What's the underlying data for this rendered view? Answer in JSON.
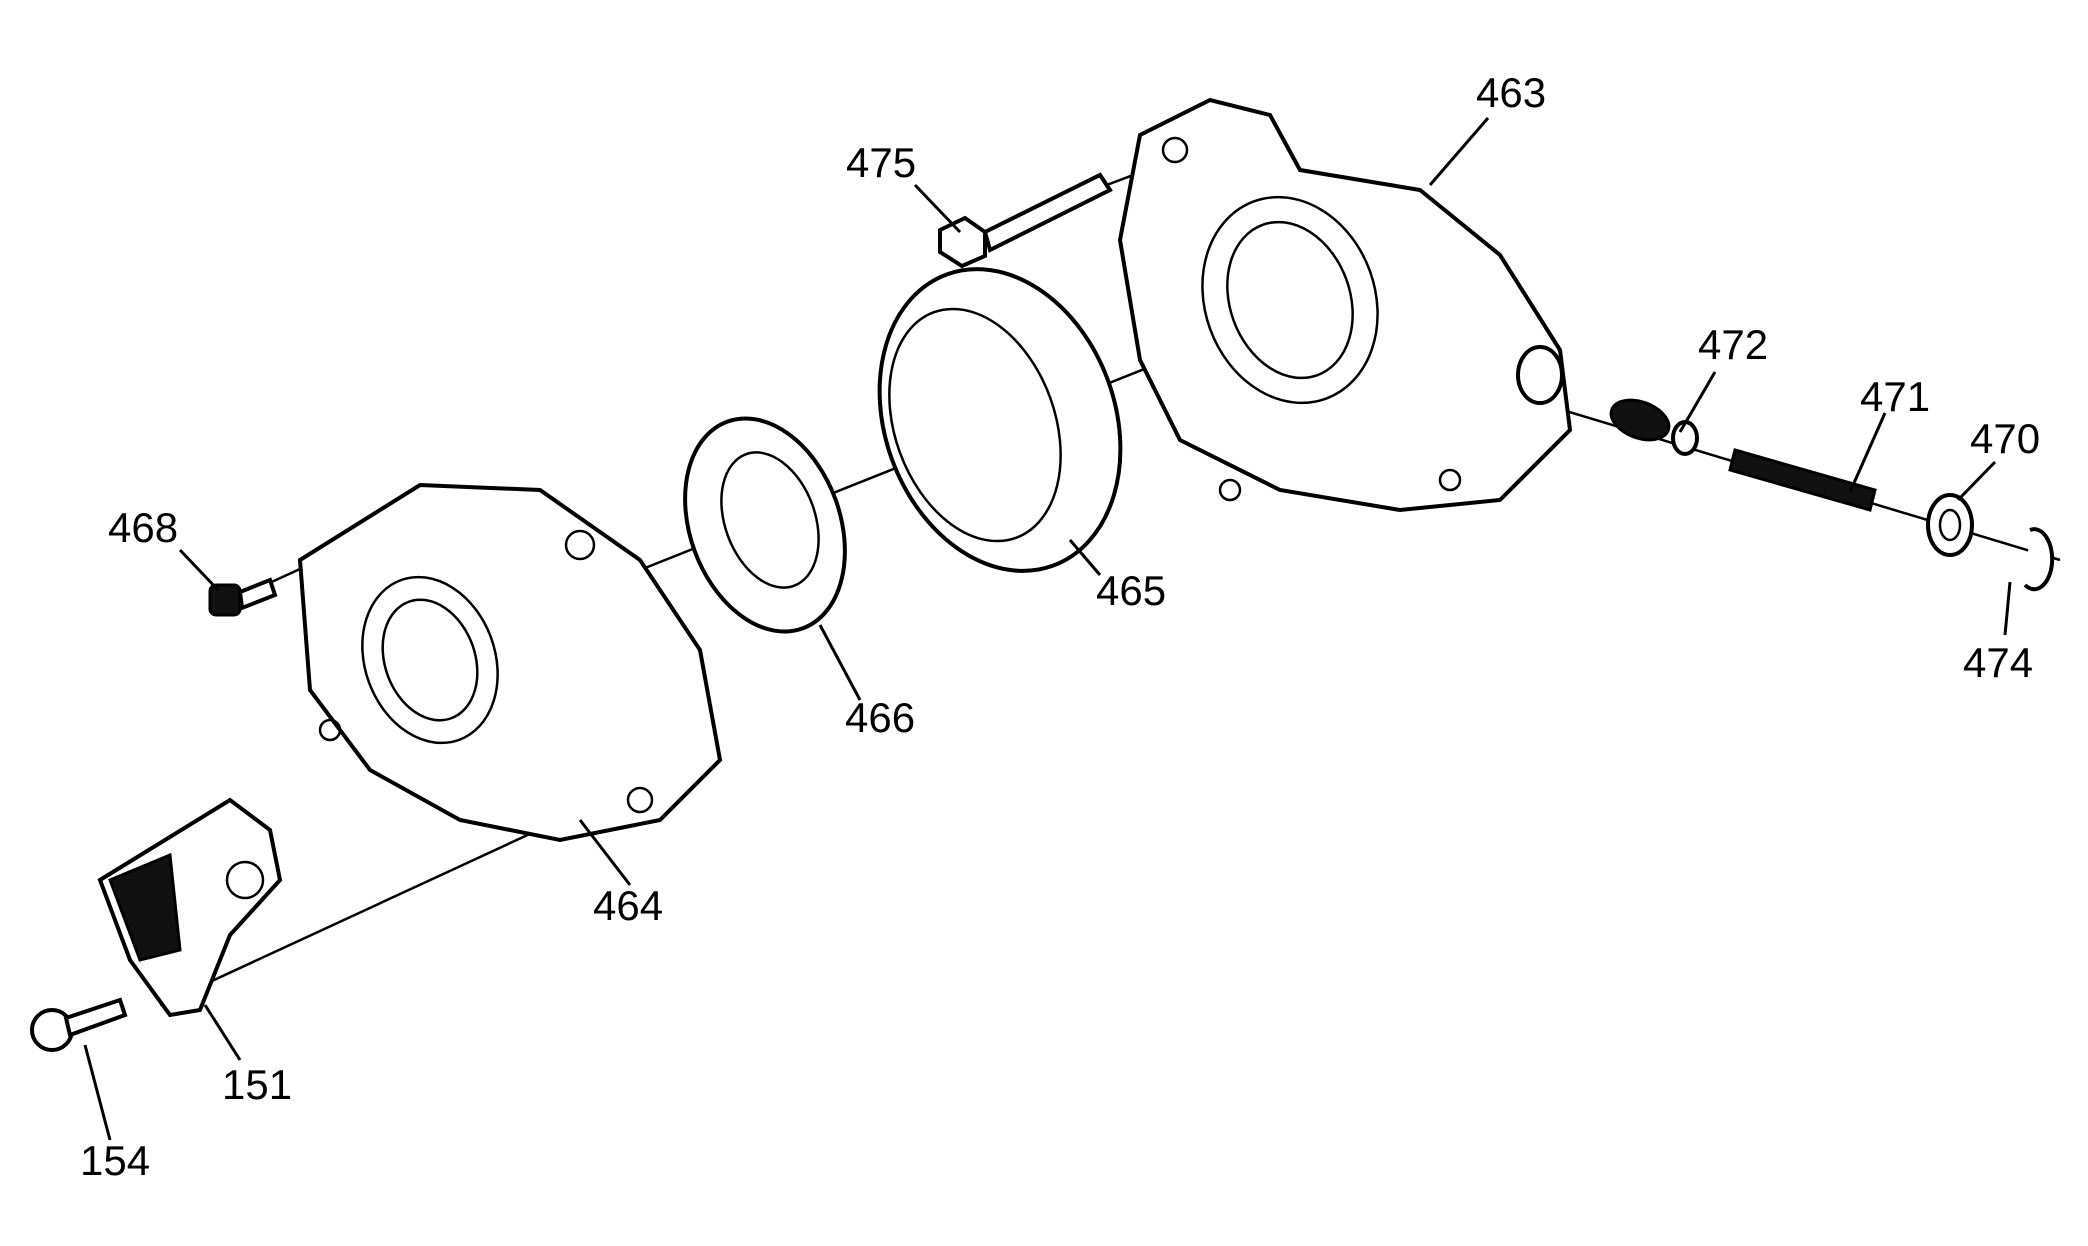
{
  "diagram": {
    "callouts": [
      {
        "id": "463",
        "text": "463"
      },
      {
        "id": "475",
        "text": "475"
      },
      {
        "id": "472",
        "text": "472"
      },
      {
        "id": "471",
        "text": "471"
      },
      {
        "id": "470",
        "text": "470"
      },
      {
        "id": "474",
        "text": "474"
      },
      {
        "id": "465",
        "text": "465"
      },
      {
        "id": "466",
        "text": "466"
      },
      {
        "id": "468",
        "text": "468"
      },
      {
        "id": "464",
        "text": "464"
      },
      {
        "id": "151",
        "text": "151"
      },
      {
        "id": "154",
        "text": "154"
      }
    ]
  }
}
